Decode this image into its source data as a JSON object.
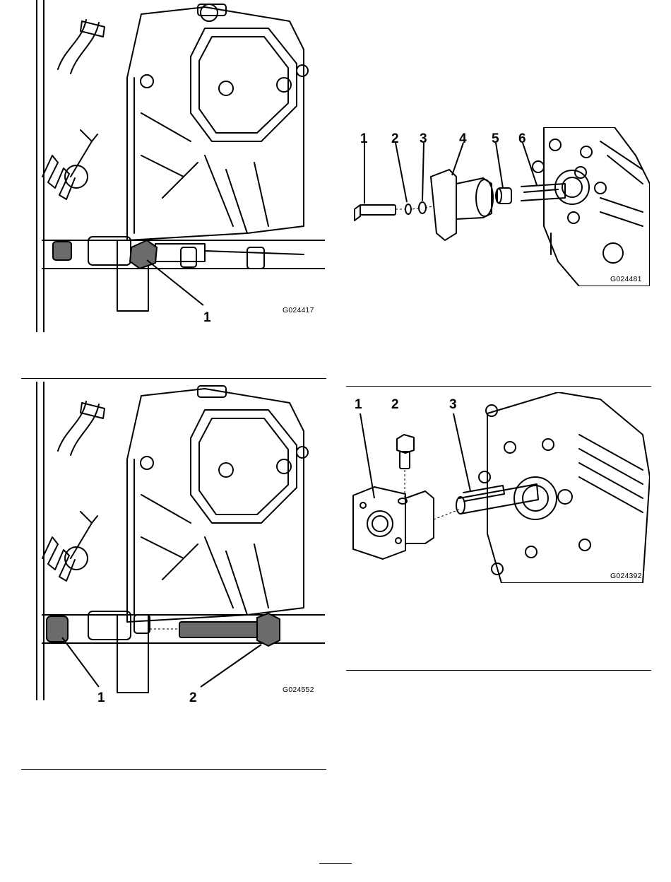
{
  "figures": [
    {
      "id": "G024417",
      "callouts": [
        "1"
      ]
    },
    {
      "id": "G024481",
      "callouts": [
        "1",
        "2",
        "3",
        "4",
        "5",
        "6"
      ]
    },
    {
      "id": "G024552",
      "callouts": [
        "1",
        "2"
      ]
    },
    {
      "id": "G024392",
      "callouts": [
        "1",
        "2",
        "3"
      ]
    }
  ],
  "colors": {
    "line": "#000000",
    "shade": "#6b6b6b",
    "paper": "#ffffff"
  }
}
